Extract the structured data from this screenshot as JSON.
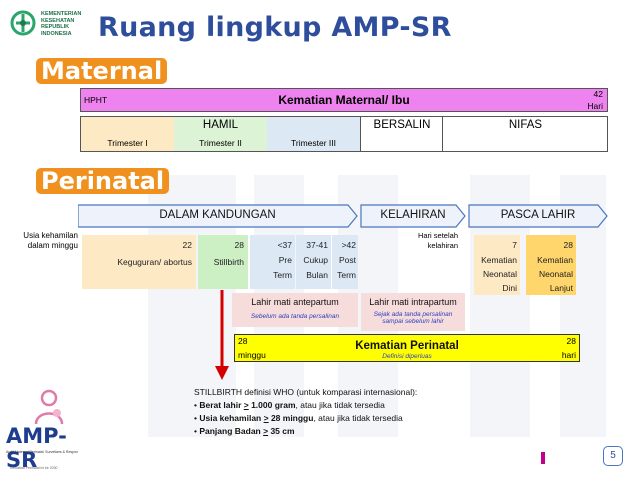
{
  "logo": {
    "line1": "KEMENTERIAN",
    "line2": "KESEHATAN",
    "line3": "REPUBLIK",
    "line4": "INDONESIA"
  },
  "title": "Ruang lingkup AMP-SR",
  "maternal": {
    "heading": "Maternal",
    "hpht": "HPHT",
    "bar_label": "Kematian Maternal/ Ibu",
    "days_num": "42",
    "days_unit": "Hari",
    "hamil": "HAMIL",
    "bersalin": "BERSALIN",
    "nifas": "NIFAS",
    "trimesters": [
      "Trimester I",
      "Trimester II",
      "Trimester III"
    ]
  },
  "perinatal": {
    "heading": "Perinatal",
    "dalam_kandungan": "DALAM KANDUNGAN",
    "kelahiran": "KELAHIRAN",
    "pasca_lahir": "PASCA LAHIR",
    "usia_label_1": "Usia kehamilan",
    "usia_label_2": "dalam minggu",
    "hari_setelah_1": "Hari setelah",
    "hari_setelah_2": "kelahiran",
    "cells": {
      "c22_num": "22",
      "c22_txt": "Keguguran/ abortus",
      "c28_num": "28",
      "c28_txt": "Stillbirth",
      "c37_a": "<37",
      "c37_b": "Pre",
      "c37_c": "Term",
      "c3741_a": "37-41",
      "c3741_b": "Cukup",
      "c3741_c": "Bulan",
      "c42_a": ">42",
      "c42_b": "Post",
      "c42_c": "Term",
      "d7_a": "7",
      "d7_b": "Kematian",
      "d7_c": "Neonatal",
      "d7_d": "Dini",
      "d28_a": "28",
      "d28_b": "Kematian",
      "d28_c": "Neonatal",
      "d28_d": "Lanjut"
    },
    "antepartum": "Lahir mati antepartum",
    "antepartum_sub": "Sebelum ada tanda persalinan",
    "intrapartum": "Lahir mati intrapartum",
    "intrapartum_sub_1": "Sejak ada tanda persalinan",
    "intrapartum_sub_2": "sampai sebelum lahir",
    "kp_left_1": "28",
    "kp_left_2": "minggu",
    "kp_label": "Kematian Perinatal",
    "kp_sub": "Definisi diperluas",
    "kp_right_1": "28",
    "kp_right_2": "hari"
  },
  "stillbirth": {
    "header": "STILLBIRTH definisi WHO (untuk komparasi internasional):",
    "items": [
      {
        "pre": "Berat lahir ",
        "u": ">",
        "post": " 1.000 gram",
        "rest": ", atau jika tidak tersedia"
      },
      {
        "pre": "Usia kehamilan ",
        "u": ">",
        "post": " 28 minggu",
        "rest": ", atau jika tidak tersedia"
      },
      {
        "pre": "Panjang Badan ",
        "u": ">",
        "post": " 35 cm",
        "rest": ""
      }
    ]
  },
  "footer": {
    "amp_sr": "AMP-SR",
    "tagline": "Audit Maternal Perinatal: Surveilans & Respon",
    "small": "Kematian Perinatal ini ke 2030",
    "page": "5"
  },
  "colors": {
    "title": "#2e4e9c",
    "orange": "#f0911f",
    "pink": "#ee82ee",
    "yellow": "#ffff00",
    "red": "#d40000"
  }
}
